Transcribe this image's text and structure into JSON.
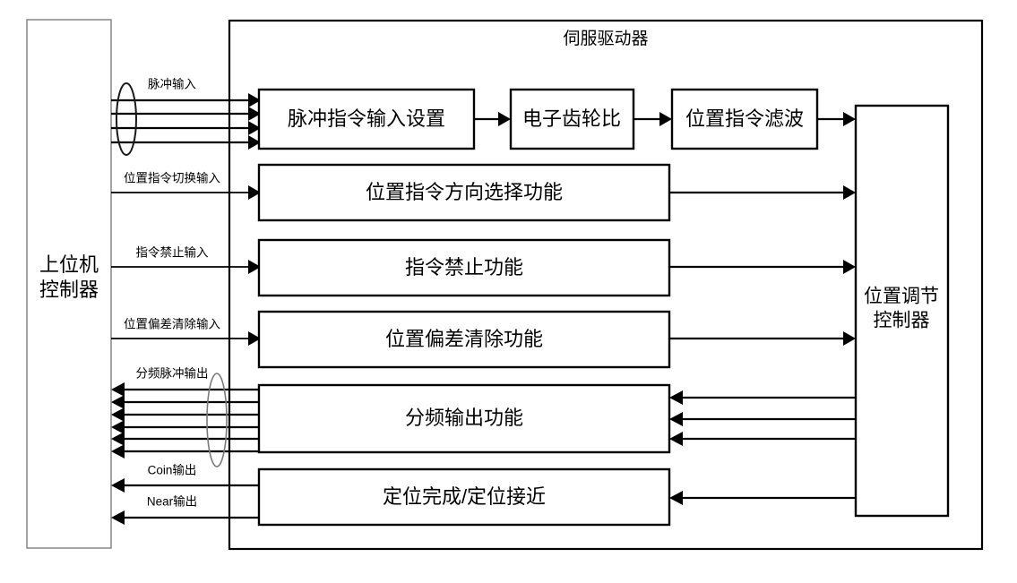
{
  "diagram": {
    "title": "伺服驱动器",
    "host": {
      "label_line1": "上位机",
      "label_line2": "控制器"
    },
    "controller": {
      "label_line1": "位置调节",
      "label_line2": "控制器"
    },
    "blocks": [
      {
        "id": "pulse-command-input-setting",
        "label": "脉冲指令输入设置"
      },
      {
        "id": "electronic-gear-ratio",
        "label": "电子齿轮比"
      },
      {
        "id": "position-command-filter",
        "label": "位置指令滤波"
      },
      {
        "id": "position-command-direction-select",
        "label": "位置指令方向选择功能"
      },
      {
        "id": "command-inhibit",
        "label": "指令禁止功能"
      },
      {
        "id": "position-deviation-clear",
        "label": "位置偏差清除功能"
      },
      {
        "id": "frequency-division-output",
        "label": "分频输出功能"
      },
      {
        "id": "positioning-complete-near",
        "label": "定位完成/定位接近"
      }
    ],
    "signals": [
      {
        "id": "pulse-input",
        "label": "脉冲输入",
        "direction": "in",
        "lines": 4
      },
      {
        "id": "position-command-switch-input",
        "label": "位置指令切换输入",
        "direction": "in",
        "lines": 1
      },
      {
        "id": "command-inhibit-input",
        "label": "指令禁止输入",
        "direction": "in",
        "lines": 1
      },
      {
        "id": "position-deviation-clear-input",
        "label": "位置偏差清除输入",
        "direction": "in",
        "lines": 1
      },
      {
        "id": "frequency-division-pulse-output",
        "label": "分频脉冲输出",
        "direction": "out",
        "lines": 6
      },
      {
        "id": "coin-output",
        "label": "Coin输出",
        "direction": "out",
        "lines": 1
      },
      {
        "id": "near-output",
        "label": "Near输出",
        "direction": "out",
        "lines": 1
      }
    ],
    "colors": {
      "line": "#000000",
      "host_border": "#8d8d8d",
      "bundle": "#7a7a7a",
      "background": "#ffffff"
    }
  }
}
